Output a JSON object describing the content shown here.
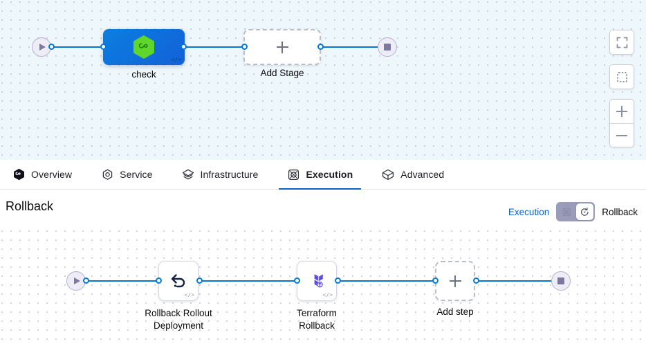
{
  "app": {
    "accent_blue": "#0b62cc",
    "edge_blue": "#0278d5",
    "canvas_top_bg": "#eef7fb",
    "canvas_bottom_bg": "#ffffff",
    "stage_node_blue": "#0b7fe0",
    "harness_green": "#5fd62c",
    "terraform_purple": "#5c4ee5"
  },
  "top_canvas": {
    "start_node": {
      "icon": "play-icon"
    },
    "end_node": {
      "icon": "stop-icon"
    },
    "stages": [
      {
        "label": "check",
        "icon": "harness-hexagon-icon",
        "badge": "</>"
      },
      {
        "label": "Add Stage",
        "icon": "plus-icon"
      }
    ]
  },
  "view_controls": {
    "buttons": [
      {
        "name": "fit-to-screen",
        "icon": "expand-icon"
      },
      {
        "name": "selection-mode",
        "icon": "dashed-square-icon"
      },
      {
        "name": "zoom-in",
        "icon": "plus-icon"
      },
      {
        "name": "zoom-out",
        "icon": "minus-icon"
      }
    ]
  },
  "tabs": [
    {
      "label": "Overview",
      "icon": "harness-hexagon-icon",
      "active": false
    },
    {
      "label": "Service",
      "icon": "service-circle-icon",
      "active": false
    },
    {
      "label": "Infrastructure",
      "icon": "layers-icon",
      "active": false
    },
    {
      "label": "Execution",
      "icon": "execution-icon",
      "active": true
    },
    {
      "label": "Advanced",
      "icon": "advanced-cube-icon",
      "active": false
    }
  ],
  "rollback_section": {
    "title": "Rollback",
    "toggle": {
      "left_label": "Execution",
      "right_label": "Rollback",
      "state": "rollback",
      "left_icon": "execution-icon",
      "right_icon": "rollback-clock-icon"
    }
  },
  "bottom_canvas": {
    "start_node": {
      "icon": "play-icon"
    },
    "end_node": {
      "icon": "stop-icon"
    },
    "steps": [
      {
        "label": "Rollback Rollout\nDeployment",
        "icon": "rollback-arrow-icon",
        "badge": "</>"
      },
      {
        "label": "Terraform\nRollback",
        "icon": "terraform-icon",
        "badge": "</>"
      },
      {
        "label": "Add step",
        "icon": "plus-icon"
      }
    ]
  }
}
